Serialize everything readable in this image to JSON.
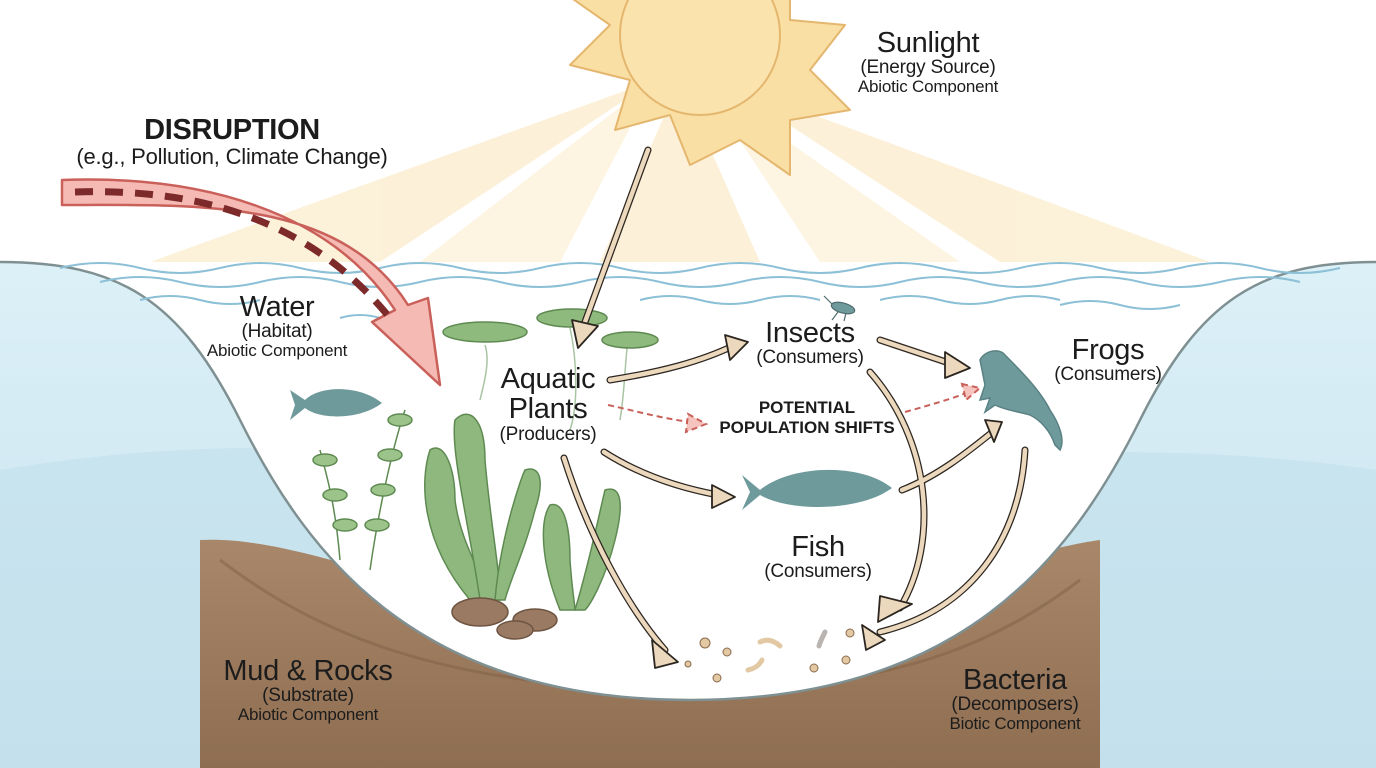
{
  "diagram": {
    "type": "pond-ecosystem",
    "colors": {
      "sun_fill": "#f9dea0",
      "sun_stroke": "#e6b970",
      "rays": "#fbeac4",
      "water": "#d6ebf3",
      "water_deep": "#bddbe8",
      "wave": "#8cc0d6",
      "basin_stroke": "#7f9092",
      "mud": "#a3805f",
      "mud_dark": "#8a6a4c",
      "arrow_fill": "#ecd8bc",
      "arrow_stroke": "#2c2620",
      "disruption_fill": "#f5b7b1",
      "disruption_stroke": "#c9605a",
      "disruption_dash": "#7d2a2a",
      "plant": "#8fb87e",
      "plant_stroke": "#5e8a52",
      "animal": "#6f9a9c"
    }
  },
  "labels": {
    "sunlight": {
      "title": "Sunlight",
      "role": "(Energy Source)",
      "category": "Abiotic Component"
    },
    "disruption": {
      "title": "DISRUPTION",
      "examples": "(e.g., Pollution, Climate Change)"
    },
    "water": {
      "title": "Water",
      "role": "(Habitat)",
      "category": "Abiotic Component"
    },
    "aquatic_plants": {
      "title_line1": "Aquatic",
      "title_line2": "Plants",
      "role": "(Producers)"
    },
    "insects": {
      "title": "Insects",
      "role": "(Consumers)"
    },
    "frogs": {
      "title": "Frogs",
      "role": "(Consumers)"
    },
    "fish": {
      "title": "Fish",
      "role": "(Consumers)"
    },
    "population_shifts": {
      "line1": "POTENTIAL",
      "line2": "POPULATION SHIFTS"
    },
    "mud_rocks": {
      "title": "Mud & Rocks",
      "role": "(Substrate)",
      "category": "Abiotic Component"
    },
    "bacteria": {
      "title": "Bacteria",
      "role": "(Decomposers)",
      "category": "Biotic Component"
    }
  },
  "flows": [
    {
      "from": "Sunlight",
      "to": "Aquatic Plants"
    },
    {
      "from": "Aquatic Plants",
      "to": "Insects"
    },
    {
      "from": "Aquatic Plants",
      "to": "Fish"
    },
    {
      "from": "Aquatic Plants",
      "to": "Bacteria"
    },
    {
      "from": "Insects",
      "to": "Frogs"
    },
    {
      "from": "Insects",
      "to": "Bacteria"
    },
    {
      "from": "Fish",
      "to": "Frogs"
    },
    {
      "from": "Frogs",
      "to": "Bacteria"
    },
    {
      "from": "Disruption",
      "to": "Water",
      "style": "dashed-red"
    },
    {
      "from": "Aquatic Plants",
      "to": "Population Shifts",
      "style": "dashed-red"
    },
    {
      "from": "Population Shifts",
      "to": "Frogs",
      "style": "dashed-red"
    }
  ]
}
